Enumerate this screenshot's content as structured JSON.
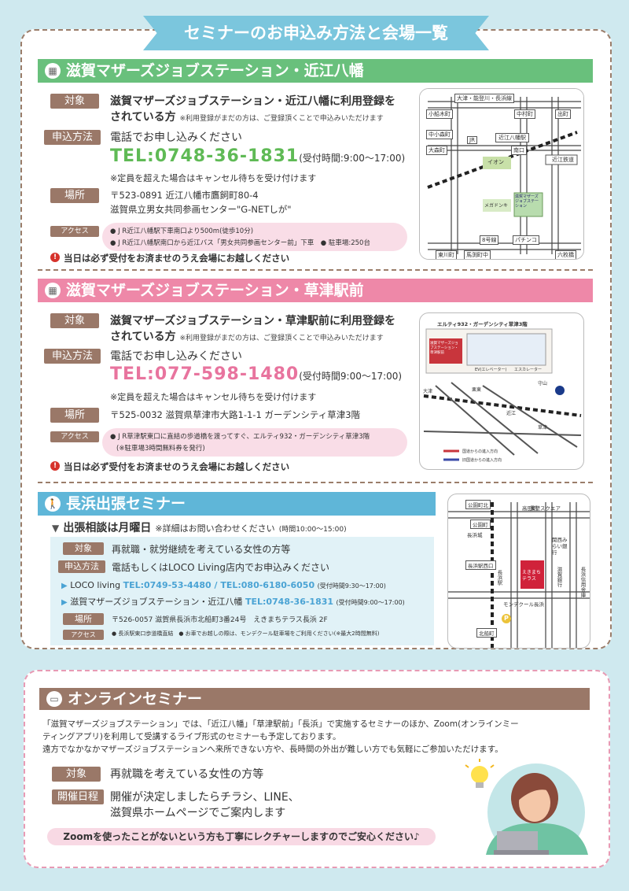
{
  "header": {
    "title": "セミナーのお申込み方法と会場一覧"
  },
  "labels": {
    "target": "対象",
    "apply": "申込方法",
    "place": "場所",
    "access": "アクセス",
    "schedule": "開催日程"
  },
  "omi": {
    "heading": "滋賀マザーズジョブステーション・近江八幡",
    "target_a": "滋賀マザーズジョブステーション・近江八幡に利用登録を",
    "target_b": "されている方",
    "target_note": "※利用登録がまだの方は、ご登録頂くことで申込みいただけます",
    "apply": "電話でお申し込みください",
    "tel": "TEL:0748-36-1831",
    "hours": "(受付時間:9:00〜17:00)",
    "cancel": "※定員を超えた場合はキャンセル待ちを受け付けます",
    "place_a": "〒523-0891 近江八幡市鷹飼町80-4",
    "place_b": "滋賀県立男女共同参画センター\"G-NETしが\"",
    "access_a": "● J R近江八幡駅下車南口より500m(徒歩10分)",
    "access_b": "● J R近江八幡駅南口から近江バス「男女共同参画センター前」下車　● 駐車場:250台",
    "notice": "当日は必ず受付をお済ませのうえ会場にお越しください"
  },
  "kusatsu": {
    "heading": "滋賀マザーズジョブステーション・草津駅前",
    "target_a": "滋賀マザーズジョブステーション・草津駅前に利用登録を",
    "target_b": "されている方",
    "target_note": "※利用登録がまだの方は、ご登録頂くことで申込みいただけます",
    "apply": "電話でお申し込みください",
    "tel": "TEL:077-598-1480",
    "hours": "(受付時間9:00〜17:00)",
    "cancel": "※定員を超えた場合はキャンセル待ちを受け付けます",
    "place": "〒525-0032 滋賀県草津市大路1-1-1 ガーデンシティ草津3階",
    "access_a": "● J R草津駅東口に直結の歩道橋を渡ってすぐ、エルティ932・ガーデンシティ草津3階",
    "access_b": "(※駐車場3時間無料券を発行)",
    "notice": "当日は必ず受付をお済ませのうえ会場にお越しください"
  },
  "nagahama": {
    "heading": "長浜出張セミナー",
    "sub": "出張相談は月曜日",
    "sub_note": "※詳細はお問い合わせください",
    "sub_hours": "(時間10:00〜15:00)",
    "target": "再就職・就労継続を考えている女性の方等",
    "apply": "電話もしくはLOCO Living店内でお申込みください",
    "loco_name": "LOCO living",
    "loco_tel": "TEL:0749-53-4480 / TEL:080-6180-6050",
    "loco_hours": "(受付時間9:30〜17:00)",
    "mjs_name": "滋賀マザーズジョブステーション・近江八幡",
    "mjs_tel": "TEL:0748-36-1831",
    "mjs_hours": "(受付時間9:00〜17:00)",
    "place": "〒526-0057 滋賀県長浜市北船町3番24号　えきまちテラス長浜 2F",
    "access": "● 長浜駅東口歩道橋直結　● お車でお越しの際は、モンデクール駐車場をご利用ください(※最大2時間無料)"
  },
  "online": {
    "heading": "オンラインセミナー",
    "p1": "「滋賀マザーズジョブステーション」では、「近江八幡」「草津駅前」「長浜」で実施するセミナーのほか、Zoom(オンラインミー",
    "p2": "ティングアプリ)を利用して受講するライブ形式のセミナーも予定しております。",
    "p3": "遠方でなかなかマザーズジョブステーションへ来所できない方や、長時間の外出が難しい方でも気軽にご参加いただけます。",
    "target": "再就職を考えている女性の方等",
    "schedule_a": "開催が決定しましたらチラシ、LINE、",
    "schedule_b": "滋賀県ホームページでご案内します",
    "zoom": "Zoomを使ったことがないという方も丁寧にレクチャーしますのでご安心ください♪"
  },
  "map1": {
    "labels": [
      "大津・能登川・長浜線",
      "小船木町",
      "中村町",
      "出町",
      "中小森町",
      "JR",
      "近江八幡駅",
      "大森町",
      "南口",
      "イオン",
      "近江鉄道",
      "メガドンキ",
      "滋賀マザーズジョブステーション",
      "8号線",
      "パチンコ",
      "東川町",
      "馬渕町中",
      "六枚橋"
    ]
  },
  "map2": {
    "labels": [
      "エルティ932・ガーデンシティ草津3階",
      "滋賀マザーズジョブステーション・草津駅前",
      "EV(エレベーター)",
      "エスカレーター",
      "大津",
      "栗東",
      "守山",
      "近江",
      "草津",
      "国道からの進入方向",
      "旧国道からの進入方向"
    ]
  },
  "map3": {
    "labels": [
      "公園町北",
      "黒壁スクエア",
      "公園町",
      "長浜城",
      "長浜駅",
      "えきまちテラス",
      "滋賀銀行",
      "長浜信用金庫",
      "関西みらい銀行",
      "モンデクール長浜",
      "P",
      "長浜駅西口",
      "北船町",
      "高田町"
    ]
  },
  "colors": {
    "green": "#69c07c",
    "pink": "#ee88a8",
    "blue": "#5fb6d8",
    "brown": "#9a7868"
  }
}
